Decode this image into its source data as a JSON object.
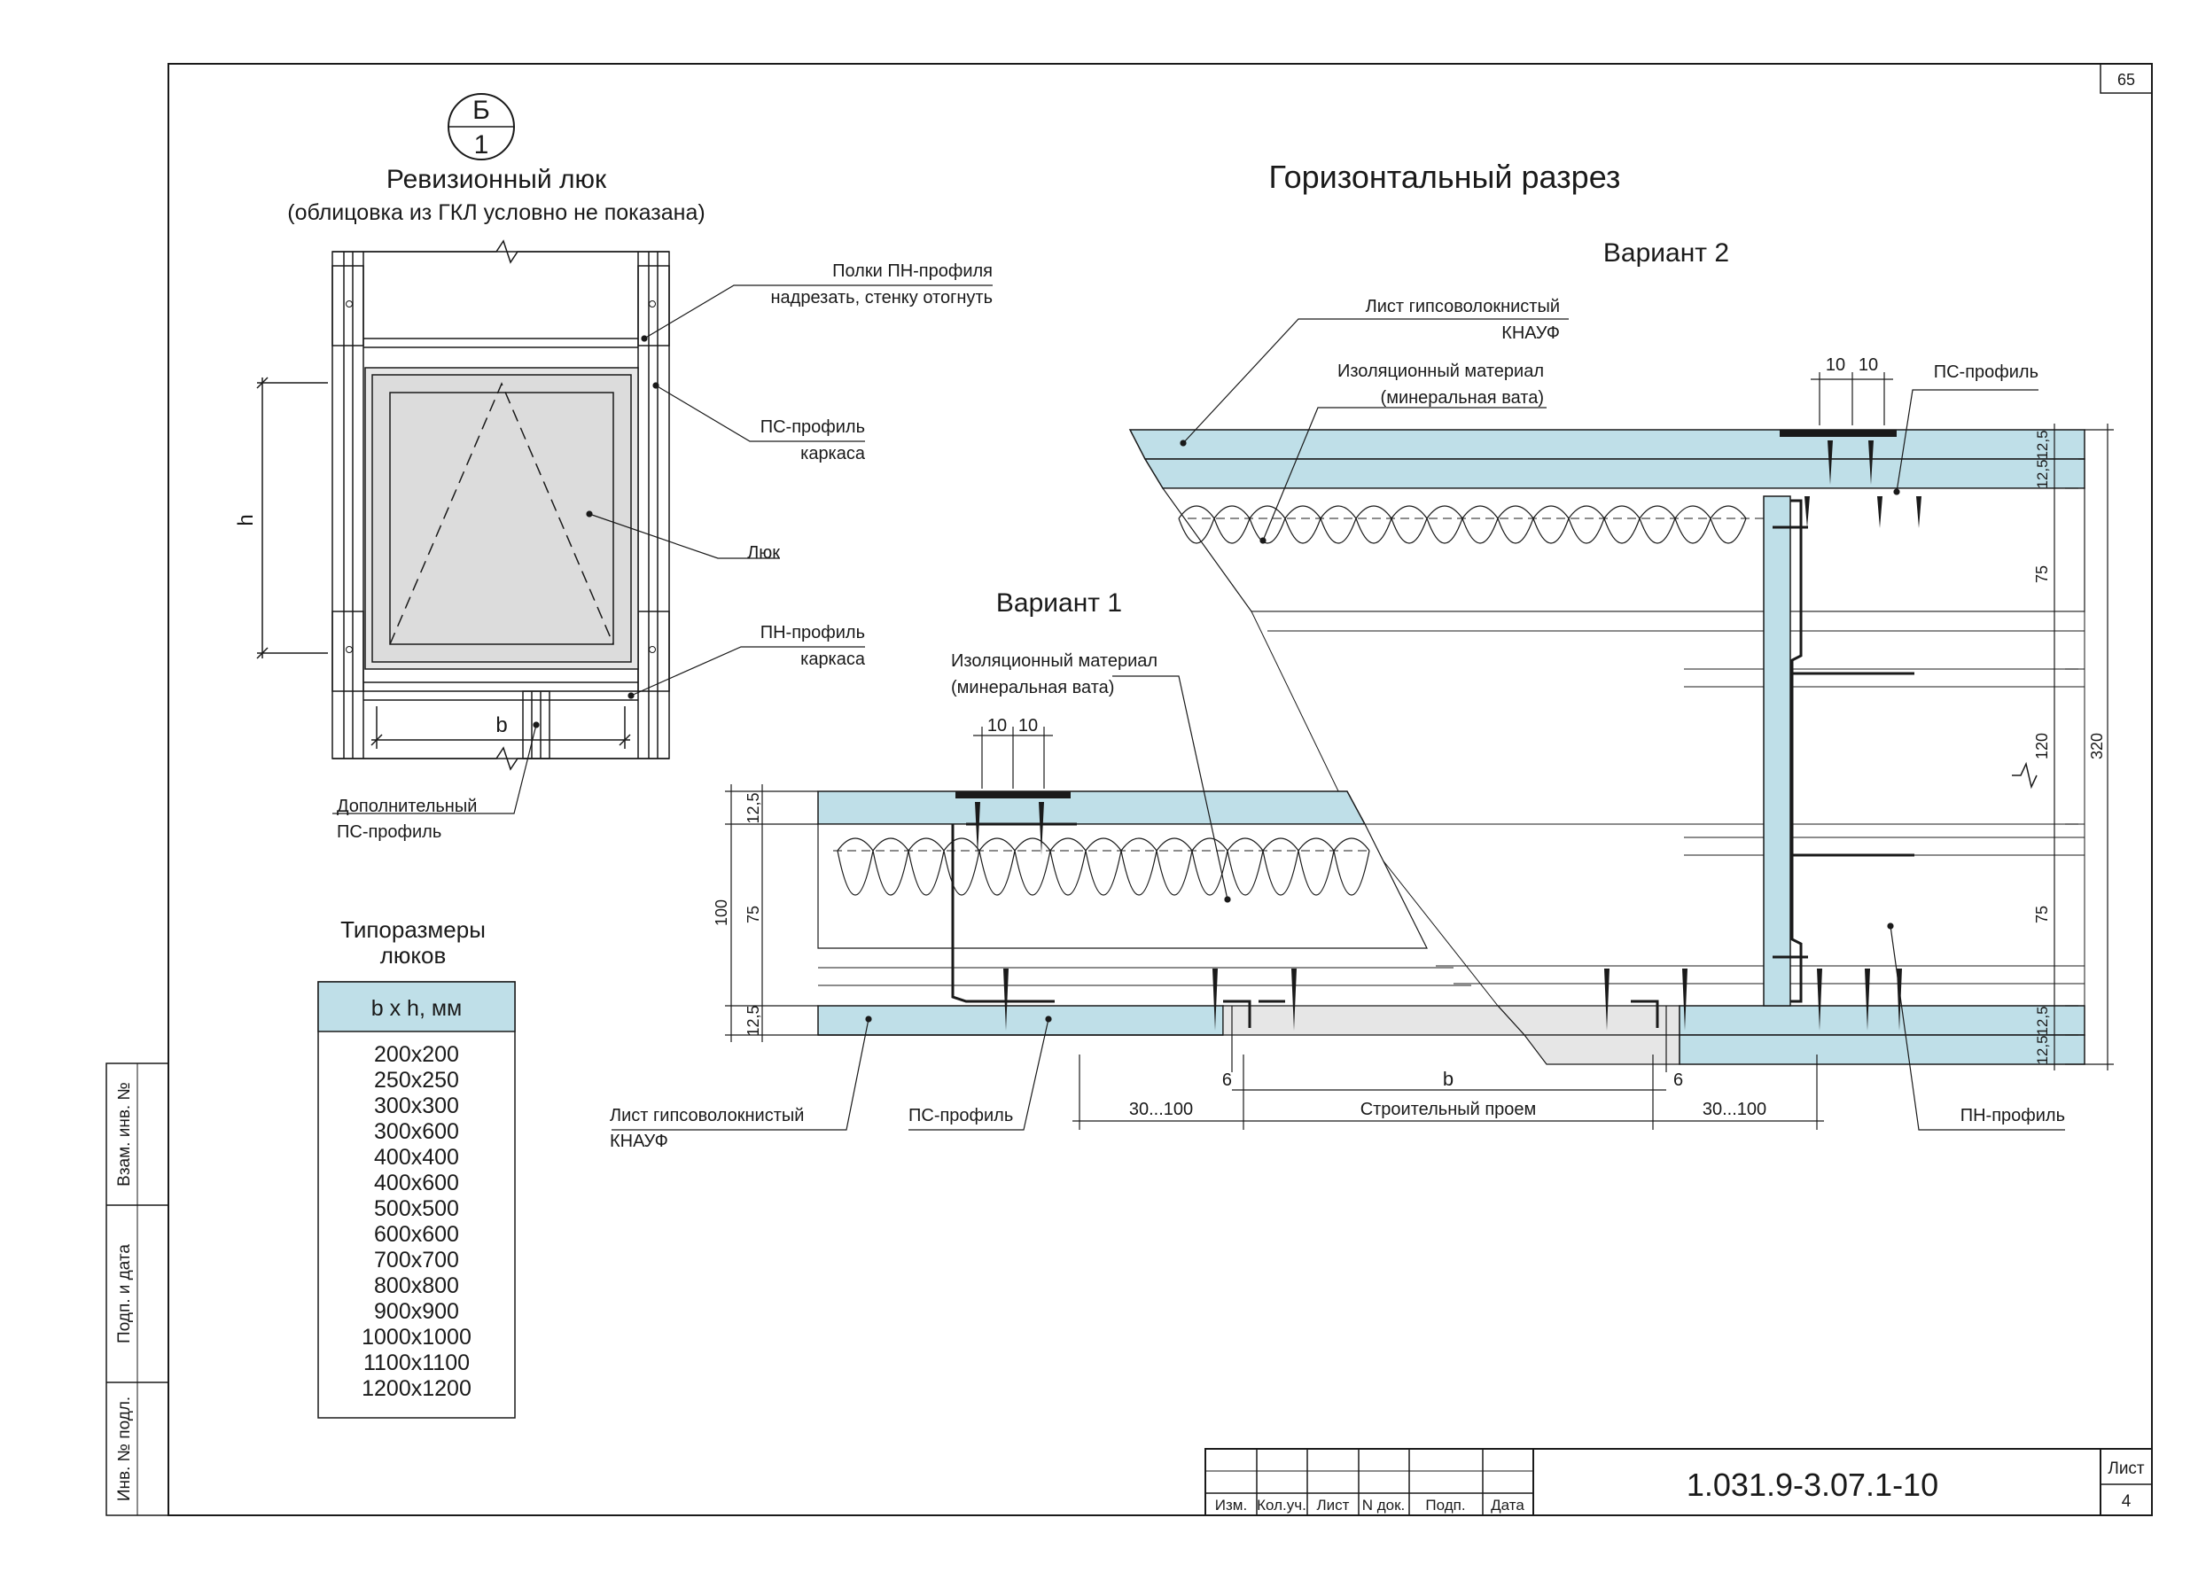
{
  "frame": {
    "page_number": "65",
    "side_labels": [
      "Взам. инв. №",
      "Подп. и дата",
      "Инв. № подл."
    ]
  },
  "hatch_view": {
    "section_mark_letter": "Б",
    "section_mark_sheet": "1",
    "title": "Ревизионный люк",
    "subtitle": "(облицовка из ГКЛ условно не показана)",
    "dim_h": "h",
    "dim_b": "b",
    "callouts": {
      "pn_flanges_1": "Полки ПН-профиля",
      "pn_flanges_2": "надрезать, стенку отогнуть",
      "ps_frame_1": "ПС-профиль",
      "ps_frame_2": "каркаса",
      "hatch": "Люк",
      "pn_frame_1": "ПН-профиль",
      "pn_frame_2": "каркаса",
      "extra_ps_1": "Дополнительный",
      "extra_ps_2": "ПС-профиль"
    }
  },
  "sizes": {
    "title_1": "Типоразмеры",
    "title_2": "люков",
    "header": "b x h, мм",
    "items": [
      "200x200",
      "250x250",
      "300x300",
      "300x600",
      "400x400",
      "400x600",
      "500x500",
      "600x600",
      "700x700",
      "800x800",
      "900x900",
      "1000x1000",
      "1100x1100",
      "1200x1200"
    ]
  },
  "section": {
    "title": "Горизонтальный разрез",
    "variant1": "Вариант 1",
    "variant2": "Вариант 2",
    "callouts": {
      "gvl_top_1": "Лист гипсоволокнистый",
      "gvl_top_2": "КНАУФ",
      "insul_top_1": "Изоляционный материал",
      "insul_top_2": "(минеральная вата)",
      "ps_top": "ПС-профиль",
      "insul_v1_1": "Изоляционный материал",
      "insul_v1_2": "(минеральная вата)",
      "gvl_bottom_1": "Лист гипсоволокнистый",
      "gvl_bottom_2": "КНАУФ",
      "ps_bottom": "ПС-профиль",
      "pn_bottom": "ПН-профиль"
    },
    "dims": {
      "v1_10a": "10",
      "v1_10b": "10",
      "v2_10a": "10",
      "v2_10b": "10",
      "v1_125_top": "12,5",
      "v1_75": "75",
      "v1_125_bot": "12,5",
      "v1_100": "100",
      "v2_125_a": "12,5",
      "v2_125_b": "12,5",
      "v2_75_a": "75",
      "v2_120": "120",
      "v2_75_b": "75",
      "v2_125_c": "12,5",
      "v2_125_d": "12,5",
      "v2_320": "320",
      "six_left": "6",
      "six_right": "6",
      "b": "b",
      "left_gap": "30...100",
      "opening": "Строительный проем",
      "right_gap": "30...100"
    }
  },
  "title_block": {
    "doc_code": "1.031.9-3.07.1-10",
    "sheet_label": "Лист",
    "sheet_number": "4",
    "columns": [
      "Изм.",
      "Кол.уч.",
      "Лист",
      "N док.",
      "Подп.",
      "Дата"
    ]
  },
  "colors": {
    "board": "#bfdfe8",
    "hatch_fill": "#dcdcdc",
    "ink": "#1a1a1a",
    "wall_gray": "#e6e6e6"
  }
}
